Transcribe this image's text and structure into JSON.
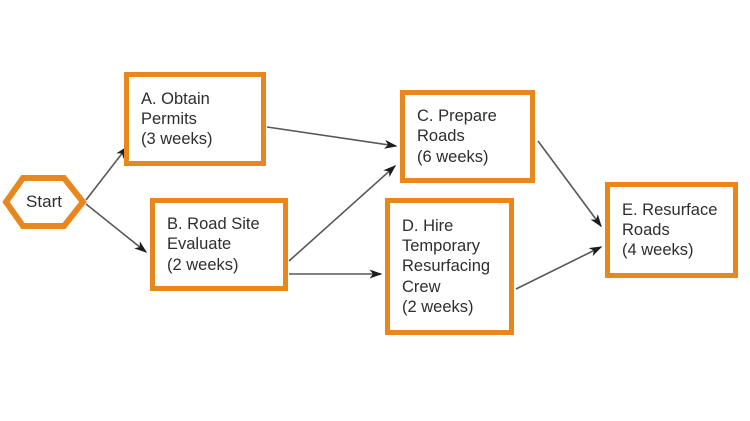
{
  "diagram": {
    "type": "flowchart",
    "colors": {
      "node_border": "#e8871e",
      "arrow_line": "#585858",
      "arrow_head": "#1c1c1c",
      "text": "#2e2e2e",
      "background": "#ffffff"
    },
    "nodes": [
      {
        "id": "start",
        "shape": "hexagon",
        "label": "Start"
      },
      {
        "id": "A",
        "shape": "rectangle",
        "label": "A. Obtain\nPermits\n(3 weeks)"
      },
      {
        "id": "B",
        "shape": "rectangle",
        "label": "B. Road Site\nEvaluate\n(2 weeks)"
      },
      {
        "id": "C",
        "shape": "rectangle",
        "label": "C. Prepare\nRoads\n(6 weeks)"
      },
      {
        "id": "D",
        "shape": "rectangle",
        "label": "D. Hire\nTemporary\nResurfacing\nCrew\n(2 weeks)"
      },
      {
        "id": "E",
        "shape": "rectangle",
        "label": "E. Resurface\nRoads\n(4 weeks)"
      }
    ],
    "edges": [
      {
        "from": "start",
        "to": "A"
      },
      {
        "from": "start",
        "to": "B"
      },
      {
        "from": "A",
        "to": "C"
      },
      {
        "from": "B",
        "to": "C"
      },
      {
        "from": "B",
        "to": "D"
      },
      {
        "from": "C",
        "to": "E"
      },
      {
        "from": "D",
        "to": "E"
      }
    ]
  }
}
